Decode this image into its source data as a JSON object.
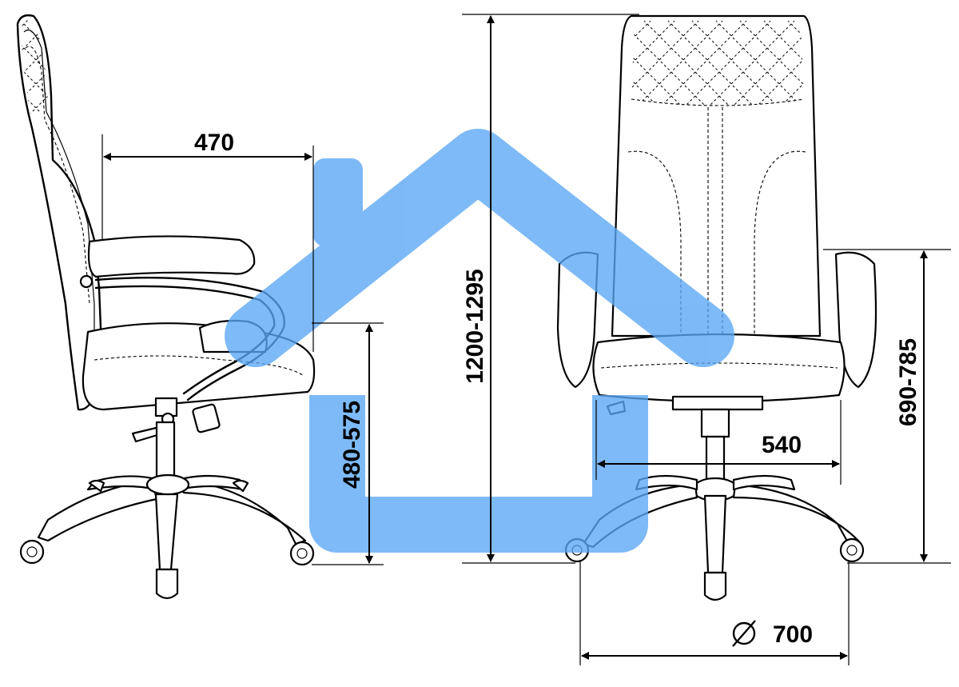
{
  "dimensions": {
    "seat_depth": "470",
    "seat_height": "480-575",
    "total_height": "1200-1295",
    "armrest_height": "690-785",
    "seat_width": "540",
    "base_diameter": "700",
    "diameter_symbol": "∅"
  },
  "watermark": {
    "icon": "house-icon",
    "color": "#5aa6f5"
  },
  "colors": {
    "line": "#000000",
    "background": "#ffffff"
  }
}
